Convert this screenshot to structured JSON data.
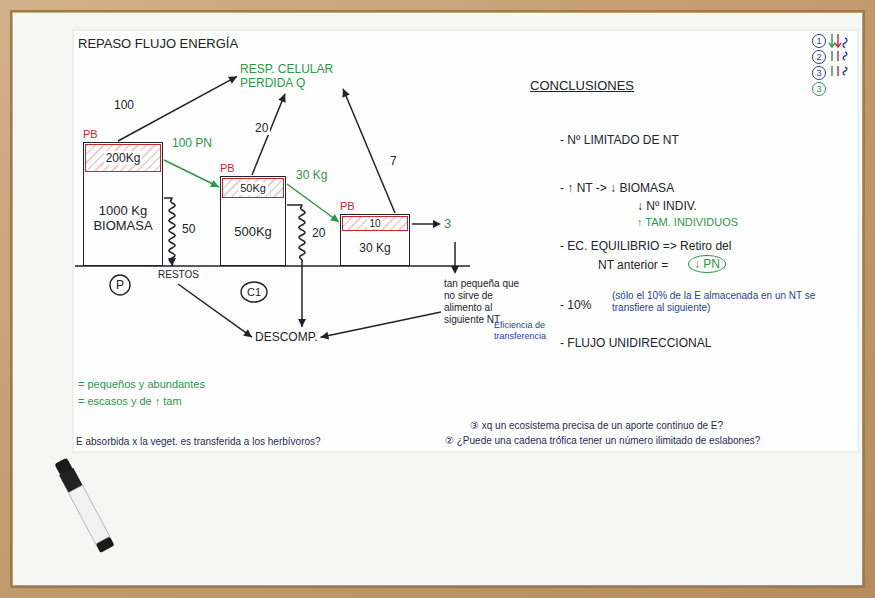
{
  "diagram": {
    "title": "REPASO FLUJO ENERGÍA",
    "nodes": [
      {
        "text": [
          "1000 Kg BIOMASA"
        ]
      },
      {
        "text": [
          "PB",
          "200Kg"
        ],
        "in": 0
      },
      {
        "text": [
          "500Kg"
        ]
      },
      {
        "text": [
          "PB",
          "50Kg"
        ],
        "in": 2
      },
      {
        "text": [
          "30 Kg"
        ]
      },
      {
        "text": [
          "PB",
          "10"
        ],
        "in": 4
      },
      {
        "text": [
          "P"
        ]
      },
      {
        "text": [
          "C1"
        ]
      },
      {
        "text": [
          "RESP. CELULAR PERDIDA Q"
        ]
      },
      {
        "text": [
          "RESTOS"
        ]
      },
      {
        "text": [
          "DESCOMP."
        ]
      },
      {
        "text": [
          "tan pequeña que no sirve de alimento al siguiente NT"
        ]
      }
    ],
    "edges": [
      {
        "from": 0,
        "to": 8,
        "label": "100",
        "arrow": "to"
      },
      {
        "from": 0,
        "to": 2,
        "label": "100 PN",
        "arrow": "to"
      },
      {
        "from": 0,
        "to": 9,
        "label": "50",
        "arrow": "to"
      },
      {
        "from": 2,
        "to": 8,
        "label": "20",
        "arrow": "to"
      },
      {
        "from": 2,
        "to": 4,
        "label": "30 Kg",
        "arrow": "to"
      },
      {
        "from": 2,
        "to": 10,
        "label": "20",
        "arrow": "to"
      },
      {
        "from": 4,
        "to": 8,
        "label": "7",
        "arrow": "to"
      },
      {
        "from": 9,
        "to": 10,
        "arrow": "to"
      },
      {
        "from": 11,
        "to": 10,
        "arrow": "to"
      }
    ],
    "labels": [
      "CONCLUSIONES",
      "- Nº LIMITADO DE NT",
      "- ↑ NT -> ↓ BIOMASA",
      "↓ Nº INDIV.",
      "↑ TAM. INDIVIDUOS",
      "- EC. EQUILIBRIO => Retiro del",
      "NT anterior =",
      "↓ PN",
      "- 10%",
      "(sólo el 10% de la E almacenada en un NT se transfiere al siguiente)",
      "Eficiencia de transferencia",
      "- FLUJO UNIDIRECCIONAL",
      "3",
      "= pequeños y abundantes",
      "= escasos y de ↑ tam",
      "E absorbida x la veget. es transferida a los herbívoros?",
      "③ xq un ecosistema precisa de un aporte continuo de E?",
      "② ¿Puede una cadena trófica tener un número ilimitado de eslabones?",
      "1",
      "2",
      "3",
      "3"
    ]
  }
}
